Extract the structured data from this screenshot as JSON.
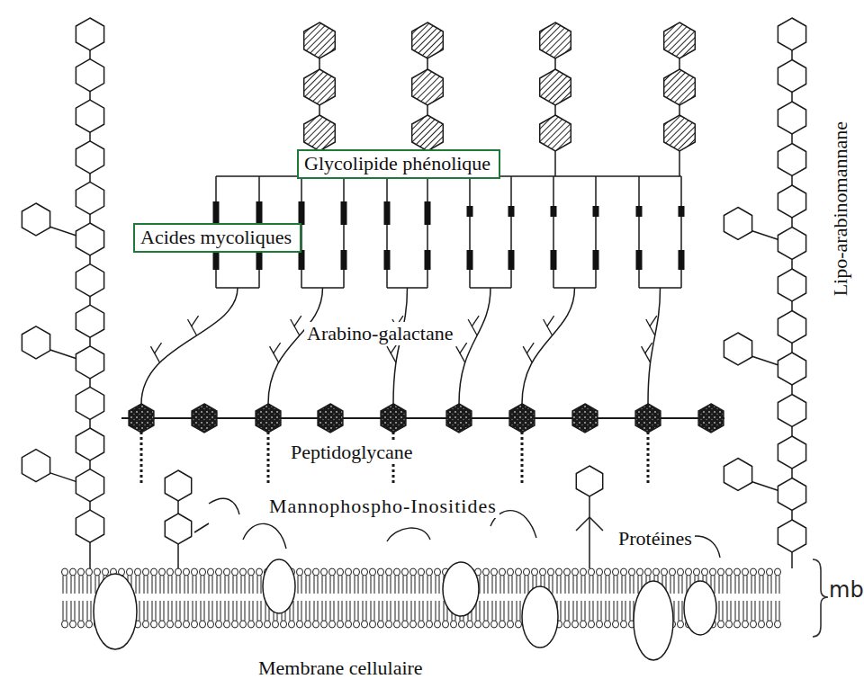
{
  "diagram": {
    "nodes": [
      {
        "text": [
          "Glycolipide phénolique"
        ]
      },
      {
        "text": [
          "Acides mycoliques"
        ]
      }
    ],
    "labels": [
      "Lipo-arabinomannane",
      "Arabino-galactane",
      "Peptidoglycane",
      "Mannophospho-Inositides",
      "Protéines",
      "mb",
      "Membrane cellulaire"
    ]
  }
}
